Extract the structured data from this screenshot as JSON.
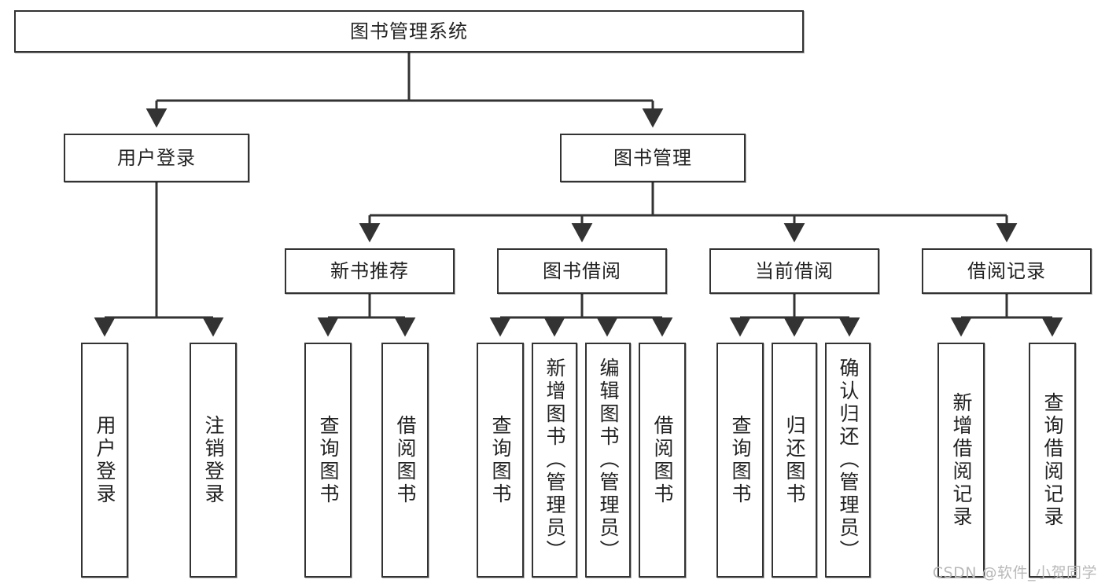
{
  "diagram": {
    "title": "图书管理系统",
    "type": "tree-hierarchy-chart",
    "root": {
      "label": "图书管理系统"
    },
    "level2": [
      {
        "label": "用户登录"
      },
      {
        "label": "图书管理"
      }
    ],
    "level3": [
      {
        "label": "新书推荐"
      },
      {
        "label": "图书借阅"
      },
      {
        "label": "当前借阅"
      },
      {
        "label": "借阅记录"
      }
    ],
    "leaves": [
      {
        "label": "用户登录"
      },
      {
        "label": "注销登录"
      },
      {
        "label": "查询图书"
      },
      {
        "label": "借阅图书"
      },
      {
        "label": "查询图书"
      },
      {
        "label": "新增图书（管理员）"
      },
      {
        "label": "编辑图书（管理员）"
      },
      {
        "label": "借阅图书"
      },
      {
        "label": "查询图书"
      },
      {
        "label": "归还图书"
      },
      {
        "label": "确认归还（管理员）"
      },
      {
        "label": "新增借阅记录"
      },
      {
        "label": "查询借阅记录"
      }
    ]
  },
  "watermark": {
    "text": "CSDN @软件_小贺同学"
  },
  "colors": {
    "stroke": "#333333",
    "background": "#ffffff",
    "text": "#222222",
    "watermark": "#b9b9b9"
  }
}
